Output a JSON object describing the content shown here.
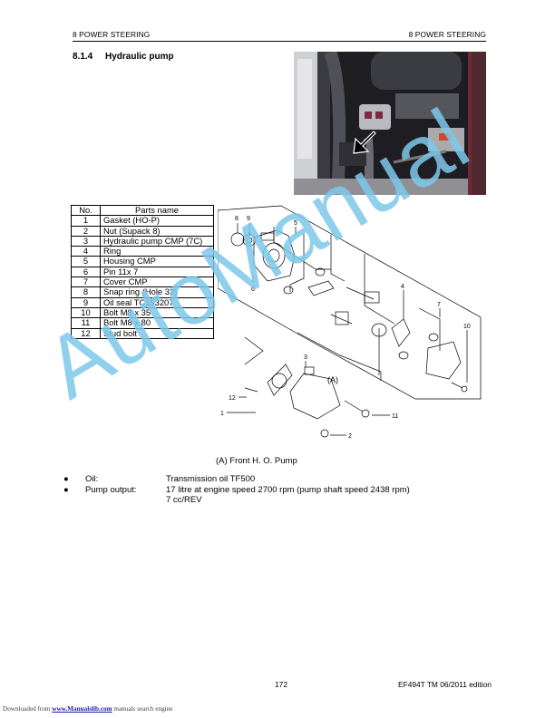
{
  "header": {
    "left": "8 POWER STEERING",
    "right": "8 POWER STEERING"
  },
  "section": {
    "number": "8.1.4",
    "title": "Hydraulic pump"
  },
  "photo": {
    "description": "engine-compartment-photo-with-arrow"
  },
  "parts_table": {
    "headers": [
      "No.",
      "Parts name"
    ],
    "rows": [
      {
        "no": "1",
        "name": "Gasket (HO-P)"
      },
      {
        "no": "2",
        "name": "Nut (Supack 8)"
      },
      {
        "no": "3",
        "name": "Hydraulic pump CMP (7C)"
      },
      {
        "no": "4",
        "name": "Ring"
      },
      {
        "no": "5",
        "name": "Housing CMP"
      },
      {
        "no": "6",
        "name": "Pin 11x 7"
      },
      {
        "no": "7",
        "name": "Cover CMP"
      },
      {
        "no": "8",
        "name": "Snap ring (Hole 32)"
      },
      {
        "no": "9",
        "name": "Oil seal TC153207"
      },
      {
        "no": "10",
        "name": "Bolt M8 x 35"
      },
      {
        "no": "11",
        "name": "Bolt M8 x 80"
      },
      {
        "no": "12",
        "name": "Stud bolt"
      }
    ]
  },
  "diagram": {
    "callouts": [
      "1",
      "2",
      "3",
      "4",
      "5",
      "6",
      "7",
      "8",
      "9",
      "10",
      "11",
      "12"
    ],
    "view_label": "(A)"
  },
  "caption": "(A) Front H. O. Pump",
  "specs": [
    {
      "bullet": "●",
      "label": "Oil:",
      "value": "Transmission oil TF500",
      "value2": ""
    },
    {
      "bullet": "●",
      "label": "Pump output:",
      "value": "17 litre at engine speed 2700 rpm (pump shaft speed 2438 rpm)",
      "value2": "7 cc/REV"
    }
  ],
  "footer": {
    "page": "172",
    "edition": "EF494T TM 06/2011 edition"
  },
  "download_note": {
    "prefix": "Downloaded from ",
    "link": "www.Manualslib.com",
    "suffix": " manuals search engine"
  },
  "watermark": "AutoManual",
  "colors": {
    "watermark": "#7ec8ea",
    "link": "#1a1aa6"
  }
}
